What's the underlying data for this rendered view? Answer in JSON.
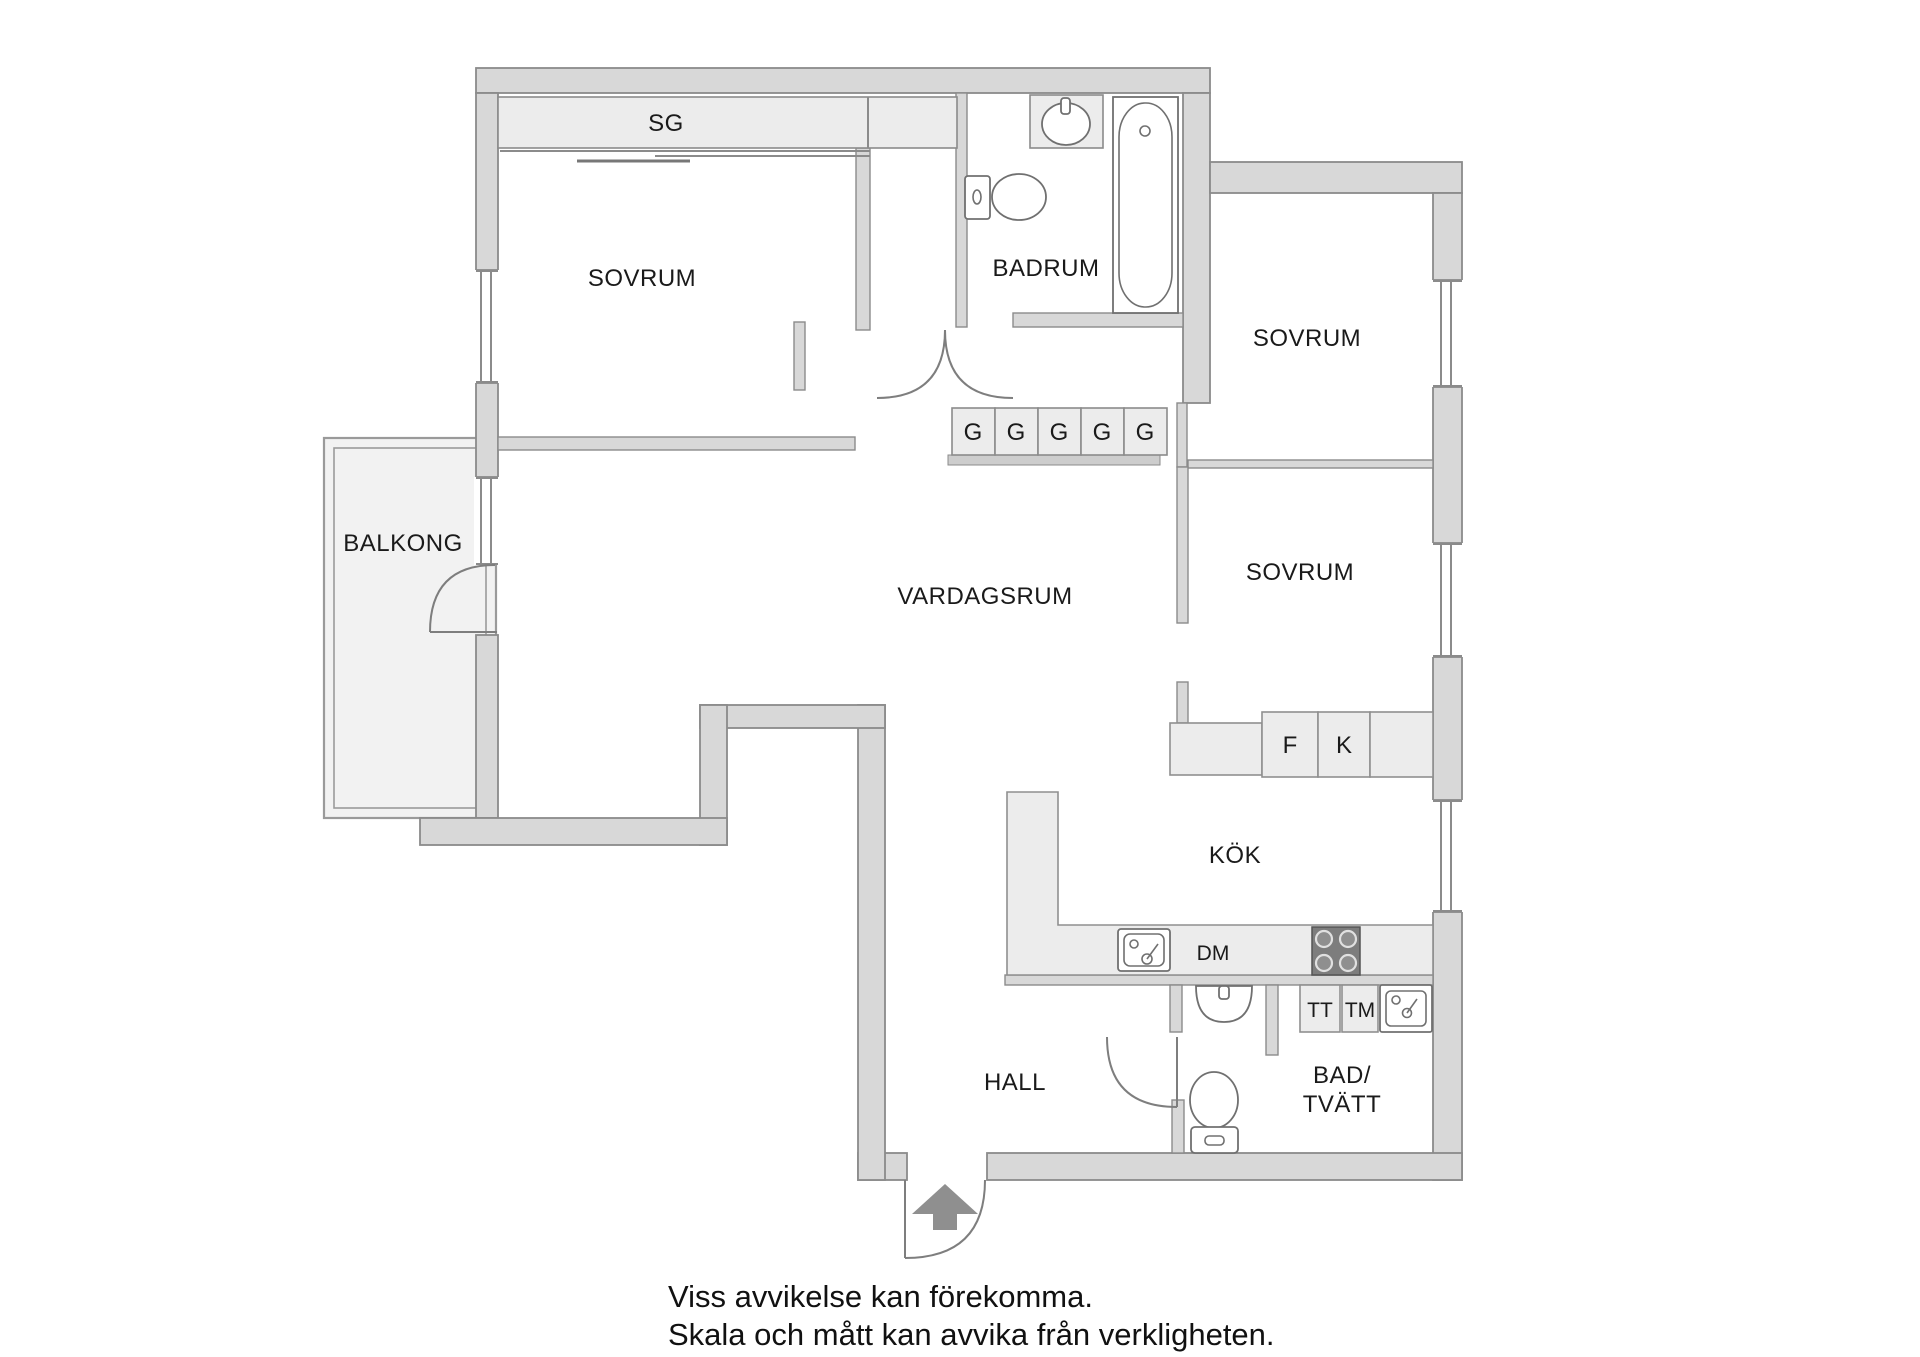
{
  "floorplan": {
    "rooms": [
      {
        "name": "sovrum-1",
        "label": "SOVRUM"
      },
      {
        "name": "badrum",
        "label": "BADRUM"
      },
      {
        "name": "sovrum-2",
        "label": "SOVRUM"
      },
      {
        "name": "sovrum-3",
        "label": "SOVRUM"
      },
      {
        "name": "vardagsrum",
        "label": "VARDAGSRUM"
      },
      {
        "name": "kok",
        "label": "KÖK"
      },
      {
        "name": "hall",
        "label": "HALL"
      },
      {
        "name": "bad-tvatt",
        "label_line1": "BAD/",
        "label_line2": "TVÄTT"
      },
      {
        "name": "balkong",
        "label": "BALKONG"
      }
    ],
    "storage": {
      "sg_label": "SG",
      "g_label": "G"
    },
    "appliance_labels": {
      "fridge": "F",
      "freezer": "K",
      "dishwasher": "DM",
      "dryer": "TT",
      "washer": "TM"
    },
    "caption": {
      "line1": "Viss avvikelse kan förekomma.",
      "line2": "Skala och mått kan avvika från verkligheten."
    },
    "colors": {
      "wall_fill": "#d8d8d8",
      "wall_stroke": "#8b8b8b",
      "closet_fill": "#ececec",
      "balcony_fill": "#f2f2f2",
      "stove_fill": "#7d7d7d",
      "entry_arrow": "#8f8f8f",
      "text": "#1a1a1a",
      "background": "#ffffff"
    }
  }
}
